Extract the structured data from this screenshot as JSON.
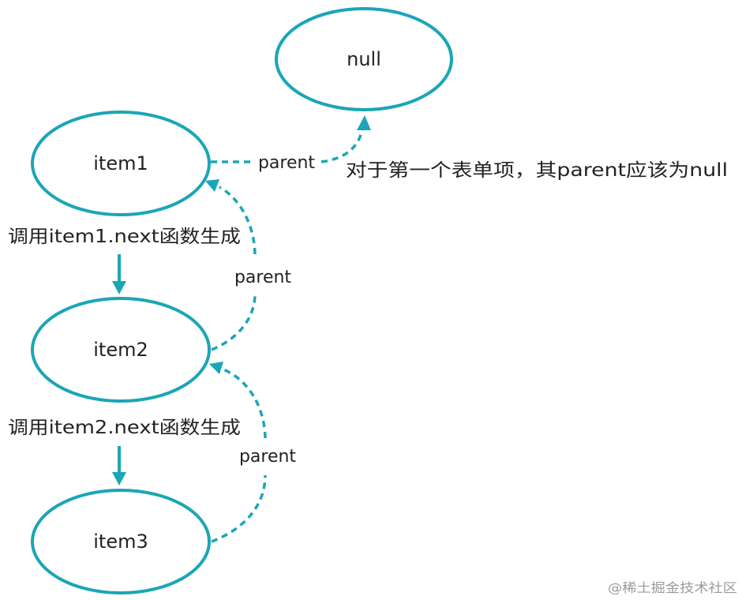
{
  "diagram": {
    "nodes": [
      {
        "id": "null",
        "label": "null"
      },
      {
        "id": "item1",
        "label": "item1"
      },
      {
        "id": "item2",
        "label": "item2"
      },
      {
        "id": "item3",
        "label": "item3"
      }
    ],
    "edges": [
      {
        "from": "item1",
        "to": "item2",
        "style": "solid",
        "label": "调用item1.next函数生成"
      },
      {
        "from": "item2",
        "to": "item3",
        "style": "solid",
        "label": "调用item2.next函数生成"
      },
      {
        "from": "item1",
        "to": "null",
        "style": "dashed",
        "label": "parent"
      },
      {
        "from": "item2",
        "to": "item1",
        "style": "dashed",
        "label": "parent"
      },
      {
        "from": "item3",
        "to": "item2",
        "style": "dashed",
        "label": "parent"
      }
    ],
    "annotation": "对于第一个表单项，其parent应该为null",
    "colors": {
      "accent": "#1aa6b7",
      "text": "#222222",
      "watermark": "#9a9a9a"
    }
  },
  "watermark": "@稀土掘金技术社区"
}
